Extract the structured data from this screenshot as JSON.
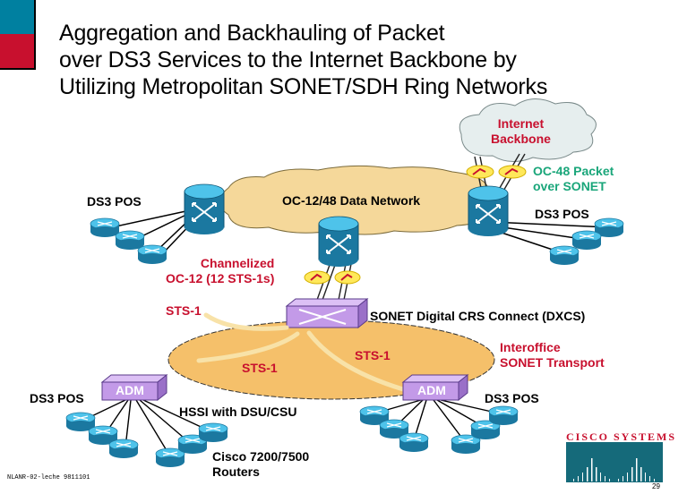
{
  "slide": {
    "title_lines": [
      "Aggregation and Backhauling of Packet",
      "over DS3 Services to the Internet Backbone by",
      "Utilizing Metropolitan SONET/SDH Ring Networks"
    ],
    "colors": {
      "accent_blue": "#0080a0",
      "accent_red": "#c8102e",
      "cloud_tan": "#f5d89a",
      "ring_orange": "#f5c06a",
      "cloud_gray": "#e6eeee",
      "router_blue": "#1b8bb5",
      "device_purple": "#c39ae8",
      "label_green": "#1aa67a"
    },
    "labels": {
      "internet_backbone_1": "Internet",
      "internet_backbone_2": "Backbone",
      "oc48_1": "OC-48 Packet",
      "oc48_2": "over SONET",
      "data_network": "OC-12/48 Data Network",
      "ds3_pos_top_left": "DS3 POS",
      "ds3_pos_top_right": "DS3 POS",
      "channelized_1": "Channelized",
      "channelized_2": "OC-12 (12 STS-1s)",
      "sts1_a": "STS-1",
      "sts1_b": "STS-1",
      "sts1_c": "STS-1",
      "dxcs": "SONET Digital CRS Connect (DXCS)",
      "interoffice_1": "Interoffice",
      "interoffice_2": "SONET Transport",
      "adm_left": "ADM",
      "adm_right": "ADM",
      "ds3_pos_bottom_left": "DS3 POS",
      "ds3_pos_bottom_right": "DS3 POS",
      "hssi": "HSSI with DSU/CSU",
      "cisco_routers_1": "Cisco 7200/7500",
      "cisco_routers_2": "Routers"
    },
    "logo": {
      "text": "CISCO SYSTEMS"
    },
    "footer_id": "NLANR-02-leche 9811101",
    "page_number": "29"
  }
}
